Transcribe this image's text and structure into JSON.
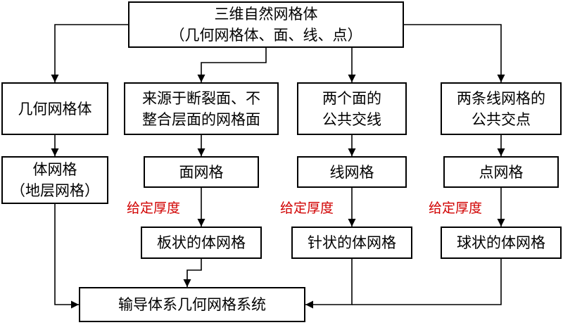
{
  "diagram": {
    "nodes": {
      "root": {
        "lines": [
          "三维自然网格体",
          "（几何网格体、面、线、点）"
        ]
      },
      "geo_body": {
        "lines": [
          "几何网格体"
        ]
      },
      "fault_face": {
        "lines": [
          "来源于断裂面、不",
          "整合层面的网格面"
        ]
      },
      "line_inter": {
        "lines": [
          "两个面的",
          "公共交线"
        ]
      },
      "point_inter": {
        "lines": [
          "两条线网格的",
          "公共交点"
        ]
      },
      "body_grid": {
        "lines": [
          "体网格",
          "（地层网格）"
        ]
      },
      "face_grid": {
        "lines": [
          "面网格"
        ]
      },
      "line_grid": {
        "lines": [
          "线网格"
        ]
      },
      "point_grid": {
        "lines": [
          "点网格"
        ]
      },
      "plate_grid": {
        "lines": [
          "板状的体网格"
        ]
      },
      "needle_grid": {
        "lines": [
          "针状的体网格"
        ]
      },
      "ball_grid": {
        "lines": [
          "球状的体网格"
        ]
      },
      "system": {
        "lines": [
          "输导体系几何网格系统"
        ]
      }
    },
    "edge_labels": {
      "thickness_1": "给定厚度",
      "thickness_2": "给定厚度",
      "thickness_3": "给定厚度"
    },
    "colors": {
      "line": "#000000",
      "label": "#d10000"
    }
  }
}
